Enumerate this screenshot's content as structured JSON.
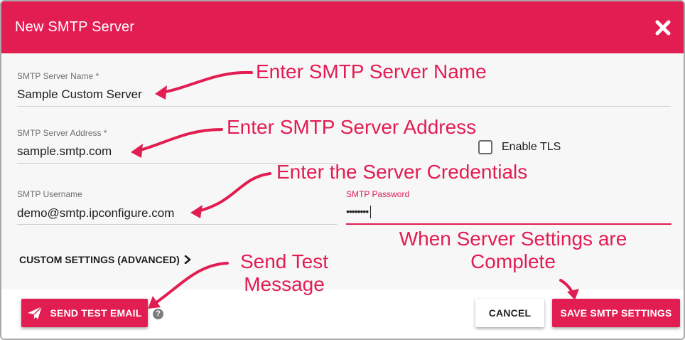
{
  "dialog": {
    "title": "New SMTP Server",
    "accent_color": "#e21d52"
  },
  "fields": {
    "server_name": {
      "label": "SMTP Server Name *",
      "value": "Sample Custom Server"
    },
    "server_address": {
      "label": "SMTP Server Address *",
      "value": "sample.smtp.com"
    },
    "username": {
      "label": "SMTP Username",
      "value": "demo@smtp.ipconfigure.com"
    },
    "password": {
      "label": "SMTP Password",
      "value": "••••••••"
    }
  },
  "enable_tls": {
    "label": "Enable TLS",
    "checked": false
  },
  "custom_settings": {
    "label": "CUSTOM SETTINGS (ADVANCED)"
  },
  "buttons": {
    "send_test": "SEND TEST EMAIL",
    "cancel": "CANCEL",
    "save": "SAVE SMTP SETTINGS"
  },
  "annotations": {
    "name": "Enter SMTP Server Name",
    "address": "Enter SMTP Server Address",
    "credentials": "Enter the Server Credentials",
    "complete_line1": "When Server Settings are",
    "complete_line2": "Complete",
    "test_line1": "Send Test",
    "test_line2": "Message"
  },
  "icons": {
    "close": "close-icon",
    "paper_plane": "paper-plane-icon",
    "help": "help-icon",
    "chevron": "chevron-right-icon"
  }
}
